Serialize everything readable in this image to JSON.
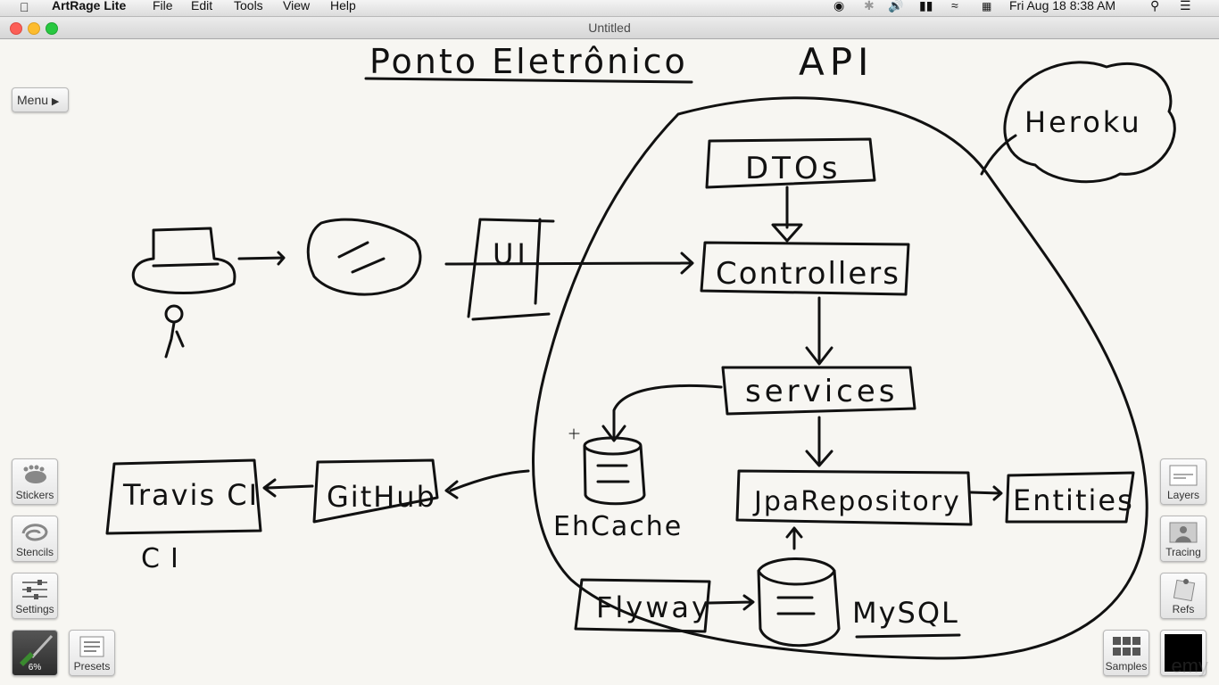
{
  "menubar": {
    "app_name": "ArtRage Lite",
    "items": [
      "File",
      "Edit",
      "Tools",
      "View",
      "Help"
    ],
    "clock": "Fri Aug 18  8:38 AM"
  },
  "window": {
    "title": "Untitled"
  },
  "toolbar": {
    "menu_label": "Menu",
    "stickers_label": "Stickers",
    "stencils_label": "Stencils",
    "settings_label": "Settings",
    "presets_label": "Presets",
    "brush_size": "6%",
    "layers_label": "Layers",
    "tracing_label": "Tracing",
    "refs_label": "Refs",
    "samples_label": "Samples",
    "current_color": "#000000"
  },
  "drawing": {
    "title": "Ponto Eletrônico",
    "api": "API",
    "cloud_host": "Heroku",
    "ui": "UI",
    "dtos": "DTOs",
    "controllers": "Controllers",
    "services": "services",
    "repository": "JpaRepository",
    "entities": "Entities",
    "cache": "EhCache",
    "flyway": "Flyway",
    "database": "MySQL",
    "github": "GitHub",
    "travis": "Travis CI",
    "ci": "CI"
  },
  "watermark": "emy"
}
